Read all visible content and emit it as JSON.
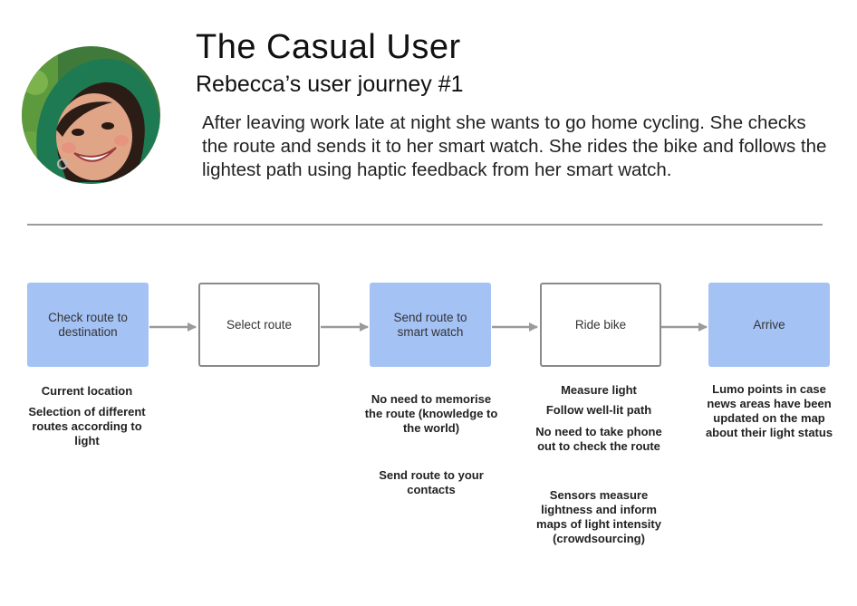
{
  "header": {
    "title": "The Casual User",
    "subtitle": "Rebecca’s user journey #1",
    "description": "After leaving work late at night she wants to go home cycling. She checks the route and sends it to her smart watch. She rides the bike and follows the lightest path using haptic feedback  from her smart watch."
  },
  "journey": {
    "steps": [
      {
        "label": "Check route to destination",
        "style": "filled"
      },
      {
        "label": "Select route",
        "style": "outlined"
      },
      {
        "label": "Send route to smart watch",
        "style": "filled"
      },
      {
        "label": "Ride bike",
        "style": "outlined"
      },
      {
        "label": "Arrive",
        "style": "filled"
      }
    ],
    "notes": {
      "check_route": [
        "Current location",
        "Selection of different routes according to light"
      ],
      "send_route": [
        "No need to memorise the route (knowledge to the world)",
        "Send route to your contacts"
      ],
      "ride_bike": [
        "Measure light",
        "Follow well-lit path",
        "No need to take phone out to check the route",
        "Sensors measure lightness and inform maps of light intensity (crowdsourcing)"
      ],
      "arrive": [
        "Lumo points in case news areas have been updated on the map about their light status"
      ]
    }
  },
  "colors": {
    "filled_step": "#a4c2f4",
    "outline": "#8a8a8a",
    "arrow": "#9a9a9a"
  }
}
